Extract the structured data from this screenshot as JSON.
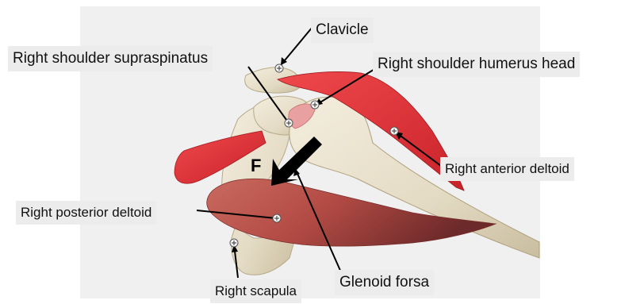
{
  "labels": {
    "clavicle": "Clavicle",
    "supraspinatus": "Right shoulder supraspinatus",
    "humerus_head": "Right shoulder humerus head",
    "anterior_deltoid": "Right anterior deltoid",
    "posterior_deltoid": "Right posterior deltoid",
    "scapula": "Right scapula",
    "glenoid": "Glenoid forsa",
    "force": "F"
  },
  "colors": {
    "panel_background": "#f0f0f0",
    "label_background": "#ececec",
    "bone": "#e8e0cc",
    "bright_muscle": "#e8353a",
    "deep_muscle": "#b8504a",
    "force_arrow": "#000000",
    "leader_line": "#000000"
  },
  "icons": {
    "marker": "crosshair-marker-icon",
    "force_arrow": "arrow-down-left-icon"
  }
}
